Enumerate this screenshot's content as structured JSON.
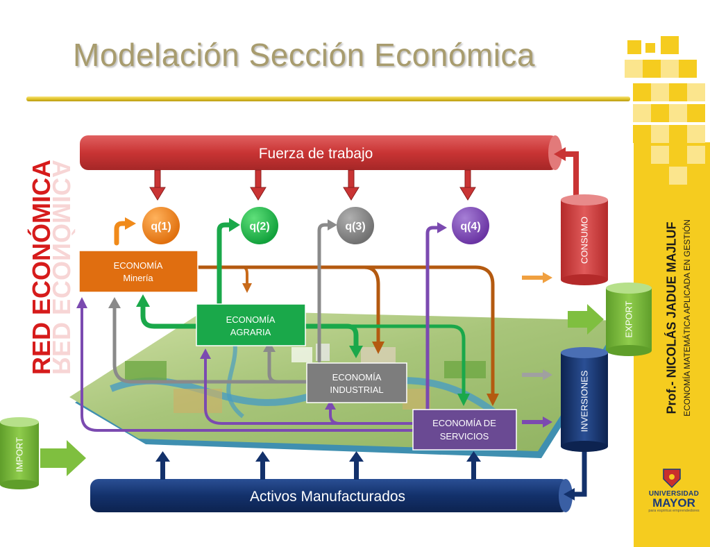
{
  "slide": {
    "title": "Modelación Sección Económica",
    "side_label": "RED ECONÓMICA",
    "professor": "Prof.- NICOLÁS JADUE MAJLUF",
    "course": "ECONOMÍA MATEMÁTICA APLICADA EN GESTIÓN"
  },
  "logo": {
    "line1": "UNIVERSIDAD",
    "line2": "MAYOR",
    "tagline": "para espíritus emprendedores"
  },
  "bars": {
    "top": "Fuerza de trabajo",
    "bottom": "Activos Manufacturados"
  },
  "cylinders": {
    "consumo": "CONSUMO",
    "export": "EXPORT",
    "inversiones": "INVERSIONES",
    "import": "IMPORT"
  },
  "nodes": {
    "q1": "q(1)",
    "q2": "q(2)",
    "q3": "q(3)",
    "q4": "q(4)"
  },
  "boxes": {
    "mineria": [
      "ECONOMÍA",
      "Minería"
    ],
    "agraria": [
      "ECONOMÍA",
      "AGRARIA"
    ],
    "industrial": [
      "ECONOMÍA",
      "INDUSTRIAL"
    ],
    "servicios": [
      "ECONOMÍA DE",
      "SERVICIOS"
    ]
  },
  "colors": {
    "mineria": "#e06e10",
    "agraria": "#1aa84a",
    "industrial": "#7d7d7d",
    "servicios": "#6a4a93",
    "labor_bar": "#c93b3b",
    "assets_bar": "#13316b",
    "title": "#a89c6e",
    "side_label": "#d61b1b"
  }
}
